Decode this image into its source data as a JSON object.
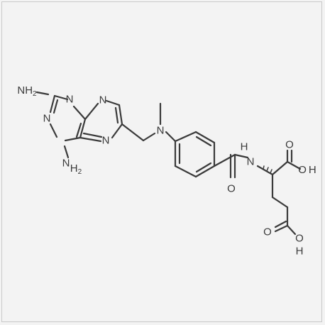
{
  "structure": {
    "labels": {
      "nh2_top": "NH",
      "nh2_top_sub": "2",
      "nh2_bottom_n": "N",
      "nh2_bottom_h": "H",
      "nh2_bottom_sub": "2",
      "n1": "N",
      "n2": "N",
      "n3": "N",
      "n4": "N",
      "n_methyl": "N",
      "amide_nh_h": "H",
      "amide_nh_n": "N",
      "amide_o": "O",
      "acid1_o_top": "O",
      "acid1_oh_o": "O",
      "acid1_oh_h": "H",
      "acid2_o_top": "O",
      "acid2_oh_o": "O",
      "acid2_oh_h": "H"
    }
  }
}
